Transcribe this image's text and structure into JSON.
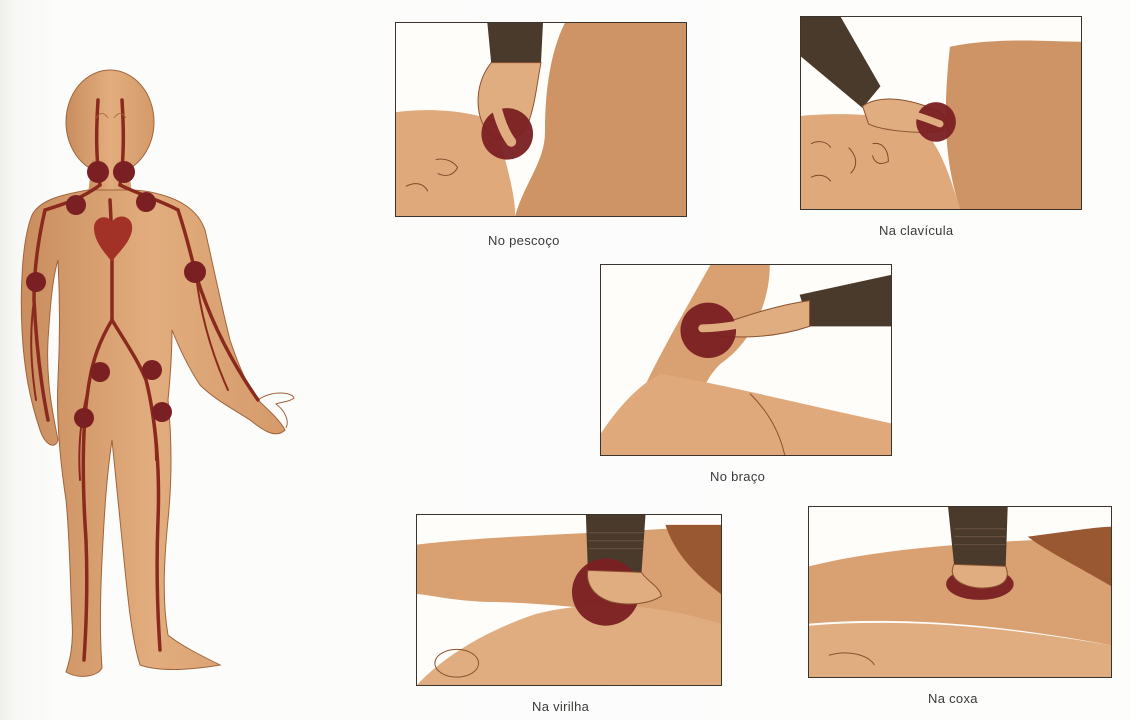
{
  "captions": {
    "neck": "No pescoço",
    "clavicle": "Na clavícula",
    "arm": "No braço",
    "groin": "Na virilha",
    "thigh": "Na coxa"
  },
  "colors": {
    "skin": "#dba272",
    "skin_shadow": "#b9774a",
    "artery": "#8a2a1e",
    "pressure_point": "#7a1f22",
    "sleeve": "#4a3a2c"
  },
  "icons": {
    "pressure_point": "dark-red-circle"
  }
}
